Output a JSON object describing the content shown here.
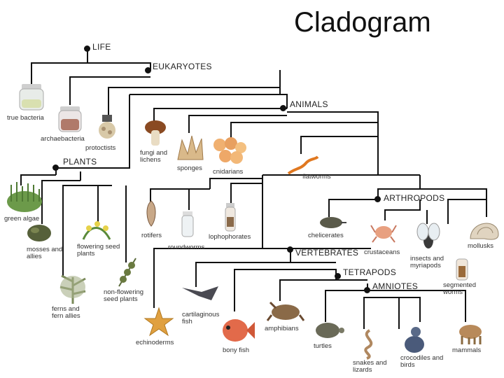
{
  "slide": {
    "title": "Cladogram",
    "colors": {
      "line": "#111111",
      "text": "#333333",
      "background": "#ffffff"
    }
  },
  "clades": {
    "life": "LIFE",
    "eukaryotes": "EUKARYOTES",
    "animals": "ANIMALS",
    "plants": "PLANTS",
    "arthropods": "ARTHROPODS",
    "vertebrates": "VERTEBRATES",
    "tetrapods": "TETRAPODS",
    "amniotes": "AMNIOTES"
  },
  "taxa": {
    "true_bacteria": "true bacteria",
    "archaebacteria": "archaebacteria",
    "protoctists": "protoctists",
    "fungi_and_lichens": "fungi and lichens",
    "sponges": "sponges",
    "cnidarians": "cnidarians",
    "flatworms": "flatworms",
    "green_algae": "green algae",
    "mosses_and_allies": "mosses and allies",
    "flowering_seed_plants": "flowering seed plants",
    "ferns_and_fern_allies": "ferns and fern allies",
    "non_flowering_seed_plants": "non-flowering seed plants",
    "rotifers": "rotifers",
    "roundworms": "roundworms",
    "lophophorates": "lophophorates",
    "chelicerates": "chelicerates",
    "crustaceans": "crustaceans",
    "insects_and_myriapods": "insects and myriapods",
    "mollusks": "mollusks",
    "segmented_worms": "segmented worms",
    "echinoderms": "echinoderms",
    "cartilaginous_fish": "cartilaginous fish",
    "bony_fish": "bony fish",
    "amphibians": "amphibians",
    "turtles": "turtles",
    "snakes_and_lizards": "snakes and lizards",
    "crocodiles_and_birds": "crocodiles and birds",
    "mammals": "mammals"
  }
}
